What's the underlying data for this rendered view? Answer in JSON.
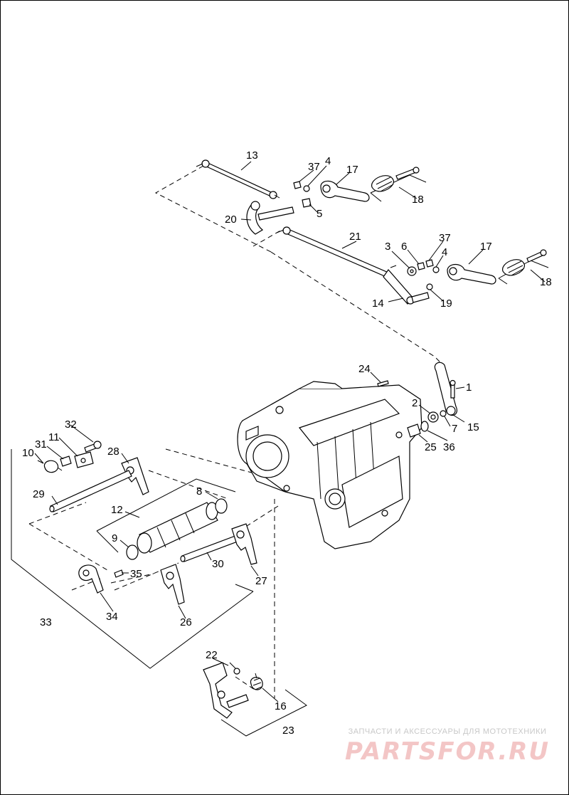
{
  "labels": {
    "l1": "1",
    "l2": "2",
    "l3": "3",
    "l4a": "4",
    "l4b": "4",
    "l5": "5",
    "l6": "6",
    "l7": "7",
    "l8": "8",
    "l9": "9",
    "l10": "10",
    "l11": "11",
    "l12": "12",
    "l13": "13",
    "l14": "14",
    "l15": "15",
    "l16": "16",
    "l17a": "17",
    "l17b": "17",
    "l18a": "18",
    "l18b": "18",
    "l19": "19",
    "l20": "20",
    "l21": "21",
    "l22": "22",
    "l23": "23",
    "l24": "24",
    "l25": "25",
    "l26": "26",
    "l27": "27",
    "l28": "28",
    "l29": "29",
    "l30": "30",
    "l31": "31",
    "l32": "32",
    "l33": "33",
    "l34": "34",
    "l35": "35",
    "l36": "36",
    "l37a": "37",
    "l37b": "37"
  },
  "watermark": {
    "tagline": "ЗАПЧАСТИ И АКСЕССУАРЫ ДЛЯ МОТОТЕХНИКИ",
    "logo": "PARTSFOR.RU"
  }
}
